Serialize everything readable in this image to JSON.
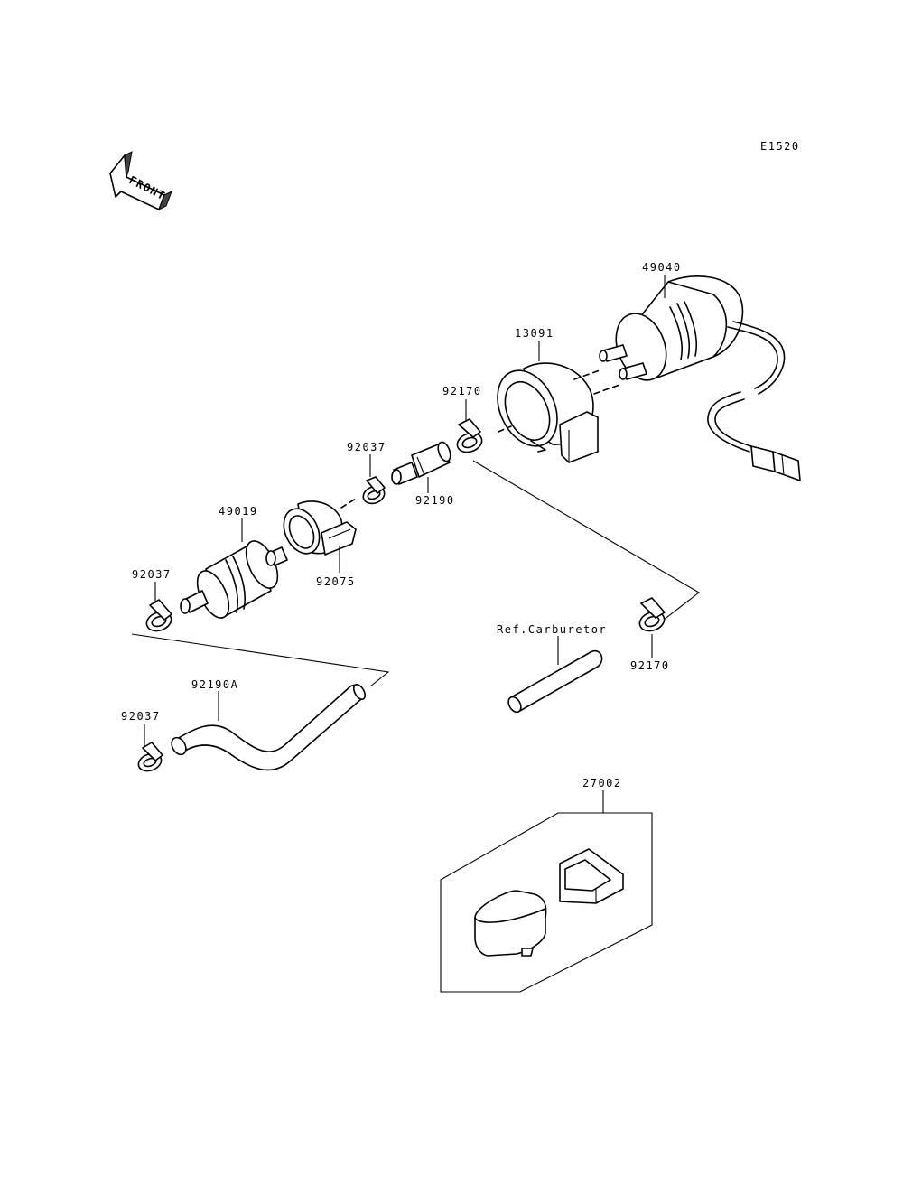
{
  "diagram": {
    "code": "E1520",
    "front_label": "FRONT",
    "labels": {
      "p49040": "49040",
      "p13091": "13091",
      "p92170_top": "92170",
      "p92037_mid": "92037",
      "p92190": "92190",
      "p49019": "49019",
      "p92037_left": "92037",
      "p92075": "92075",
      "ref_carb": "Ref.Carburetor",
      "p92170_right": "92170",
      "p92190A": "92190A",
      "p92037_bottom": "92037",
      "p27002": "27002"
    }
  }
}
